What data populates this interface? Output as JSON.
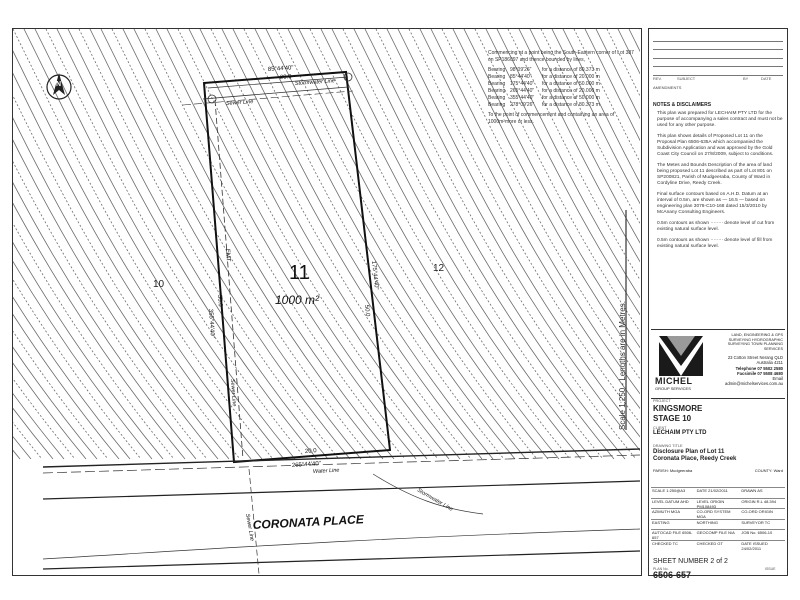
{
  "description": {
    "intro": "Commencing at a point being the South-Eastern corner of Lot 387 on SP186097 and thence bounded by lines,",
    "bearings": [
      {
        "label": "Bearing",
        "value": "98°09'26\"",
        "dist": "for a distance of 80.373 m"
      },
      {
        "label": "Bearing",
        "value": "85°44'40\"",
        "dist": "for a distance of 20.000 m"
      },
      {
        "label": "Bearing",
        "value": "175°44'40\"",
        "dist": "for a distance of 50.000 m"
      },
      {
        "label": "Bearing",
        "value": "265°44'40\"",
        "dist": "for a distance of 20.000 m"
      },
      {
        "label": "Bearing",
        "value": "355°44'40\"",
        "dist": "for a distance of 50.000 m"
      },
      {
        "label": "Bearing",
        "value": "278°09'26\"",
        "dist": "for a distance of 80.373 m"
      }
    ],
    "closing": "To the point of commencement and containing an area of 1000m²more or less."
  },
  "plan": {
    "north": "N",
    "lot_number": "11",
    "area": "1000 m²",
    "lot_left": "10",
    "lot_right": "12",
    "top_bearing": "85°44'40\"",
    "top_dist": "20.0",
    "bottom_dist": "20.0",
    "bottom_bearing": "265°44'40\"",
    "left_bearing": "355°44'40\"",
    "left_dist": "50.0",
    "right_bearing": "175°44'40\"",
    "right_dist": "50.0",
    "stormwater_top": "Stormwater Line",
    "sewer_top": "Sewer Line",
    "sewer_mid": "Sewer Line",
    "water_line": "Water Line",
    "stormwater_bottom": "Stormwater Line",
    "sewer_bottom": "Sewer Line",
    "easement": "EMT",
    "street": "CORONATA PLACE"
  },
  "scale_text": "Scale 1:250 - Lengths are in Metres.",
  "title_block": {
    "revision_headers": [
      "REV.",
      "SUBJECT",
      "BY",
      "DATE"
    ],
    "amendments": "AMENDMENTS",
    "notes_title": "NOTES & DISCLAIMERS",
    "notes": [
      "This plan was prepared for LECHAIM PTY LTD for the purpose of accompanying a sales contract and must not be used for any other purpose.",
      "This plan shows details of Proposed Lot 11 on the Proposal Plan 6506-635A which accompanied the Subdivision Application and was approved by the Gold Coast City Council on 27/8/2009, subject to conditions.",
      "The Metes and Bounds Description of the area of land being proposed Lot 11 described as part of Lot 801 on SP200821, Parish of Mudgeeraba, County of Ward in Cordyline Drive, Reedy Creek.",
      "Final surface contours based on A.H.D. Datum at an interval of 0.5m, are shown as — 16.5 — based on engineering plan 3078-C10-168 dated 15/3/2010 by McAnany Consulting Engineers.",
      "0.5m contours as shown ········ denote level of cut from existing natural surface level.",
      "0.5m contours as shown ········ denote level of fill from existing natural surface level."
    ],
    "firm": {
      "services": "LAND, ENGINEERING & GPS SURVEYING HYDROGRAPHIC SURVEYING TOWN PLANNING SERVICES",
      "address": "23 Cotton Street Nerang QLD Australia 4211",
      "telephone": "Telephone 07 5502 2580",
      "facsimile": "Facsimile 07 5508 4680",
      "email": "Email admin@michelservices.com.au",
      "brand": "MICHEL",
      "sub": "GROUP SERVICES"
    },
    "project_label": "PROJECT",
    "project": "KINGSMORE",
    "stage": "STAGE 10",
    "client_label": "CLIENT",
    "client": "LECHAIM PTY LTD",
    "drawing_label": "DRAWING TITLE",
    "drawing_title_1": "Disclosure Plan of Lot 11",
    "drawing_title_2": "Coronata Place, Reedy Creek",
    "parish": "PARISH: Mudgeeraba",
    "county": "COUNTY: Ward",
    "grid_rows": [
      [
        "SCALE 1:250@A3",
        "DATE 21/02/2011",
        "DRAWN AS"
      ],
      [
        "LEVEL DATUM AHD",
        "LEVEL ORIGIN PM108493",
        "ORIGIN R.L 48.394"
      ],
      [
        "AZIMUTH MGA",
        "CO-ORD SYSTEM MGA",
        "CO-ORD ORIGIN"
      ],
      [
        "EASTING",
        "NORTHING",
        "SURVEYOR TC"
      ],
      [
        "AUTOCAD FILE 6506-657",
        "GEOCOMP FILE N/A",
        "JOB No. 6506-10"
      ],
      [
        "CHECKED TC",
        "CHECKED GT",
        "DATE ISSUED 24/02/2011"
      ]
    ],
    "sheet_number": "SHEET NUMBER   2 of 2",
    "plan_label": "PLAN No.",
    "issue_label": "ISSUE",
    "plan_number": "6506-657"
  }
}
